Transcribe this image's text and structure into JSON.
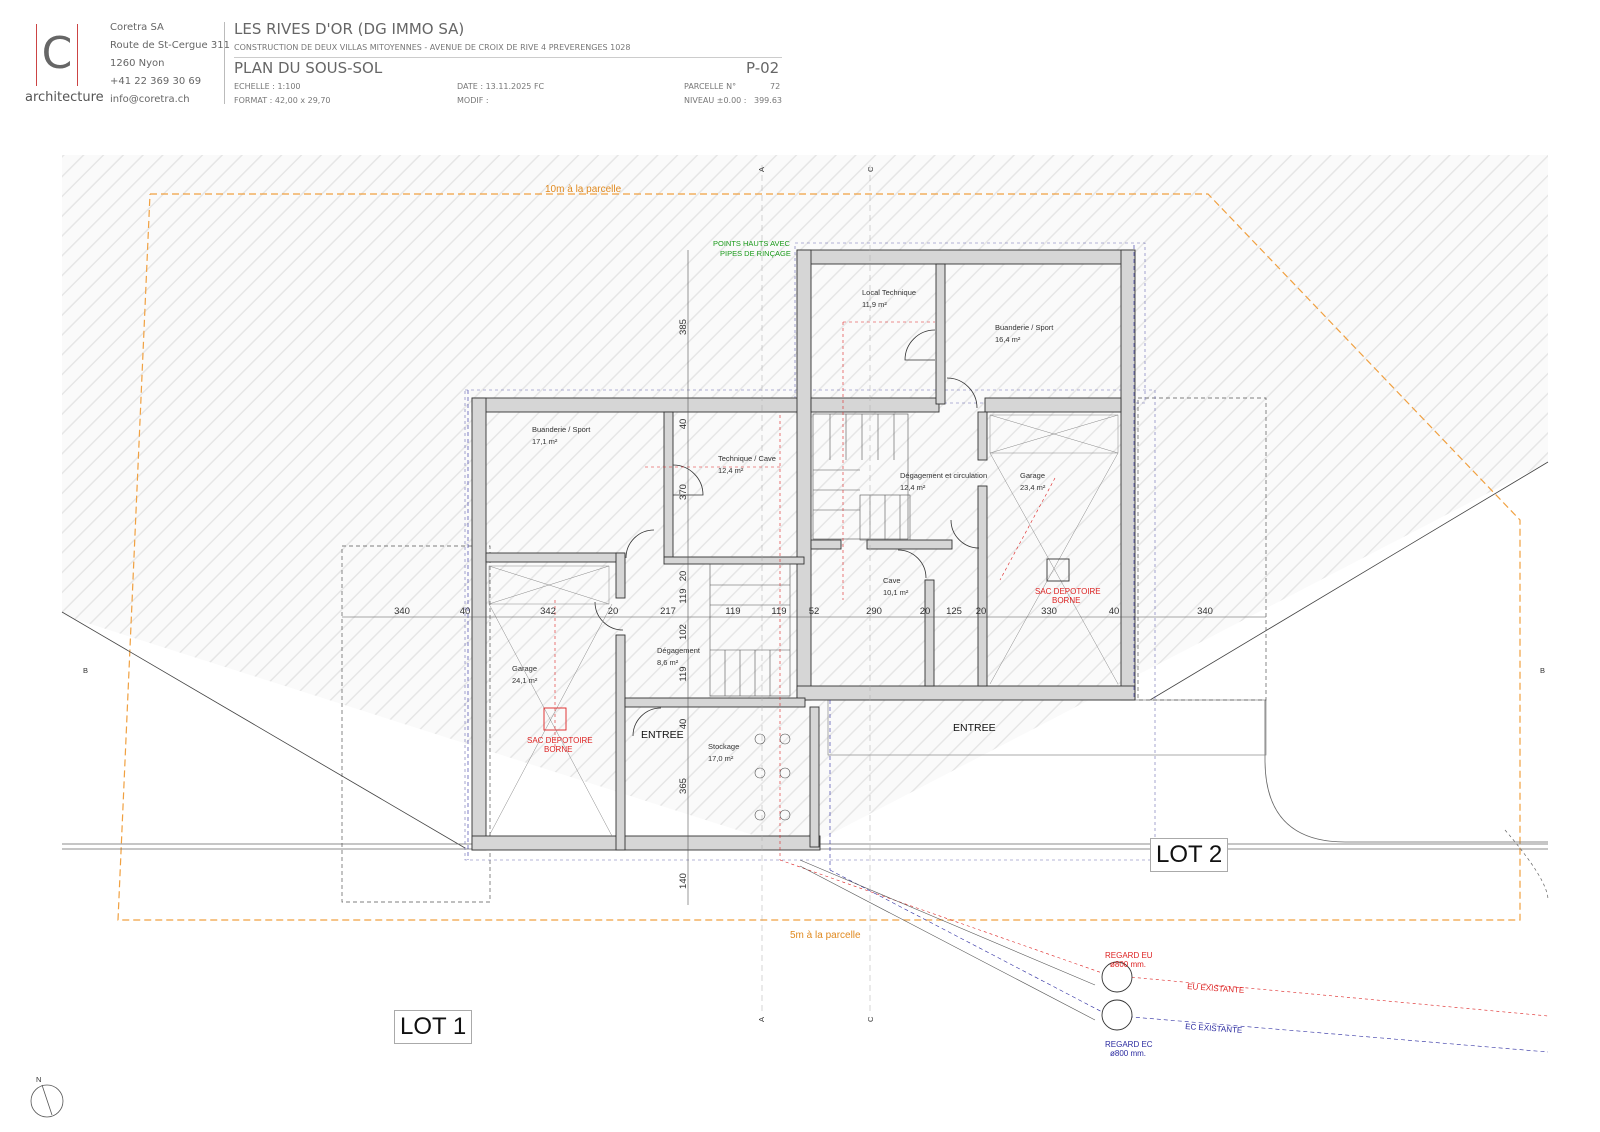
{
  "header": {
    "logo_letter": "C",
    "logo_word": "architecture",
    "company": "Coretra SA",
    "street": "Route de St-Cergue 311",
    "city": "1260 Nyon",
    "phone": "+41 22 369 30 69",
    "email": "info@coretra.ch",
    "project_title": "LES RIVES D'OR (DG IMMO SA)",
    "project_subtitle": "CONSTRUCTION DE DEUX VILLAS MITOYENNES - AVENUE DE CROIX DE RIVE 4 PREVERENGES 1028",
    "plan_title": "PLAN DU SOUS-SOL",
    "plan_number": "P-02",
    "scale": "ECHELLE : 1:100",
    "format": "FORMAT : 42,00 x 29,70",
    "date": "DATE    : 13.11.2025 FC",
    "modif": "MODIF :",
    "parcel_label": "PARCELLE N°",
    "parcel_value": "72",
    "level_label": "NIVEAU ±0.00 :",
    "level_value": "399.63"
  },
  "plan": {
    "limit_10m": "10m à la parcelle",
    "limit_5m": "5m à la parcelle",
    "rinse_points": [
      "POINTS HAUTS AVEC",
      "PIPES DE RINÇAGE"
    ],
    "section_a": "A",
    "section_b": "B",
    "section_c": "C",
    "north": "N",
    "lot1": "LOT 1",
    "lot2": "LOT 2",
    "entree": "ENTREE",
    "rooms": {
      "local_technique": {
        "name": "Local Technique",
        "area": "11,9 m²"
      },
      "buanderie_right": {
        "name": "Buanderie / Sport",
        "area": "16,4 m²"
      },
      "buanderie_left": {
        "name": "Buanderie / Sport",
        "area": "17,1 m²"
      },
      "technique_cave": {
        "name": "Technique / Cave",
        "area": "12,4 m²"
      },
      "degagement_circ": {
        "name": "Dégagement et circulation",
        "area": "12,4 m²"
      },
      "garage_right": {
        "name": "Garage",
        "area": "23,4 m²"
      },
      "cave": {
        "name": "Cave",
        "area": "10,1 m²"
      },
      "degagement": {
        "name": "Dégagement",
        "area": "8,6 m²"
      },
      "garage_left": {
        "name": "Garage",
        "area": "24,1 m²"
      },
      "stockage": {
        "name": "Stockage",
        "area": "17,0 m²"
      }
    },
    "sac_depotoire": [
      "SAC DEPOTOIRE",
      "BORNE"
    ],
    "regard_eu": [
      "REGARD EU",
      "ø800 mm."
    ],
    "regard_ec": [
      "REGARD EC",
      "ø800 mm."
    ],
    "eu_existante": "EU EXISTANTE",
    "ec_existante": "EC EXISTANTE",
    "dims_horizontal": [
      "340",
      "40",
      "342",
      "20",
      "217",
      "119",
      "119",
      "52",
      "290",
      "20",
      "125",
      "20",
      "330",
      "40",
      "340"
    ],
    "dims_vertical": [
      "385",
      "40",
      "370",
      "20",
      "119",
      "102",
      "119",
      "40",
      "365",
      "140"
    ]
  },
  "colors": {
    "wall": "#d6d6d6",
    "limit_orange": "#f0a040",
    "eu_red": "#d22222",
    "ec_blue": "#2a2aa0",
    "green_note": "#1a9a1a"
  }
}
